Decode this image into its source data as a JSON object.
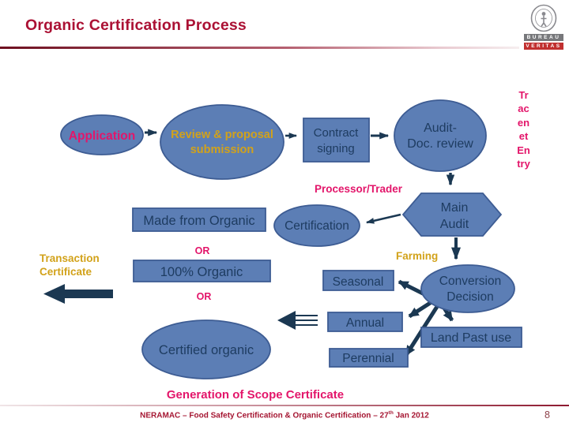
{
  "header": {
    "title": "Organic Certification Process"
  },
  "logo": {
    "bureau": "BUREAU",
    "veritas": "VERITAS"
  },
  "nodes": {
    "application": "Application",
    "review1": "Review & proposal",
    "review2": "submission",
    "contract1": "Contract",
    "contract2": "signing",
    "audit1": "Audit-",
    "audit2": "Doc. review",
    "main_audit1": "Main",
    "main_audit2": "Audit",
    "certification": "Certification",
    "made_from_organic": "Made from Organic",
    "organic_100": "100% Organic",
    "certified_organic": "Certified organic",
    "conversion1": "Conversion",
    "conversion2": "Decision",
    "seasonal": "Seasonal",
    "annual": "Annual",
    "perennial": "Perennial",
    "land_past_use": "Land Past use"
  },
  "labels": {
    "processor_trader": "Processor/Trader",
    "farming": "Farming",
    "transaction1": "Transaction",
    "transaction2": "Certificate",
    "or_upper": "OR",
    "or_lower": "OR",
    "tracenet_entry": "TracenetEntry",
    "generation": "Generation of Scope Certificate"
  },
  "footer": {
    "text_before_sup": "NERAMAC – Food Safety  Certification & Organic Certification – 27",
    "sup": "th",
    "text_after_sup": " Jan 2012",
    "page_number": "8"
  },
  "colors": {
    "title_red": "#AB1134",
    "pink": "#E3156A",
    "gold": "#D2A21A",
    "node_fill": "#5C7EB5",
    "node_border": "#3D5C93",
    "node_text": "#1E3C61",
    "arrow": "#1B3852",
    "veritas_red": "#C13030",
    "bureau_gray": "#77787B"
  }
}
